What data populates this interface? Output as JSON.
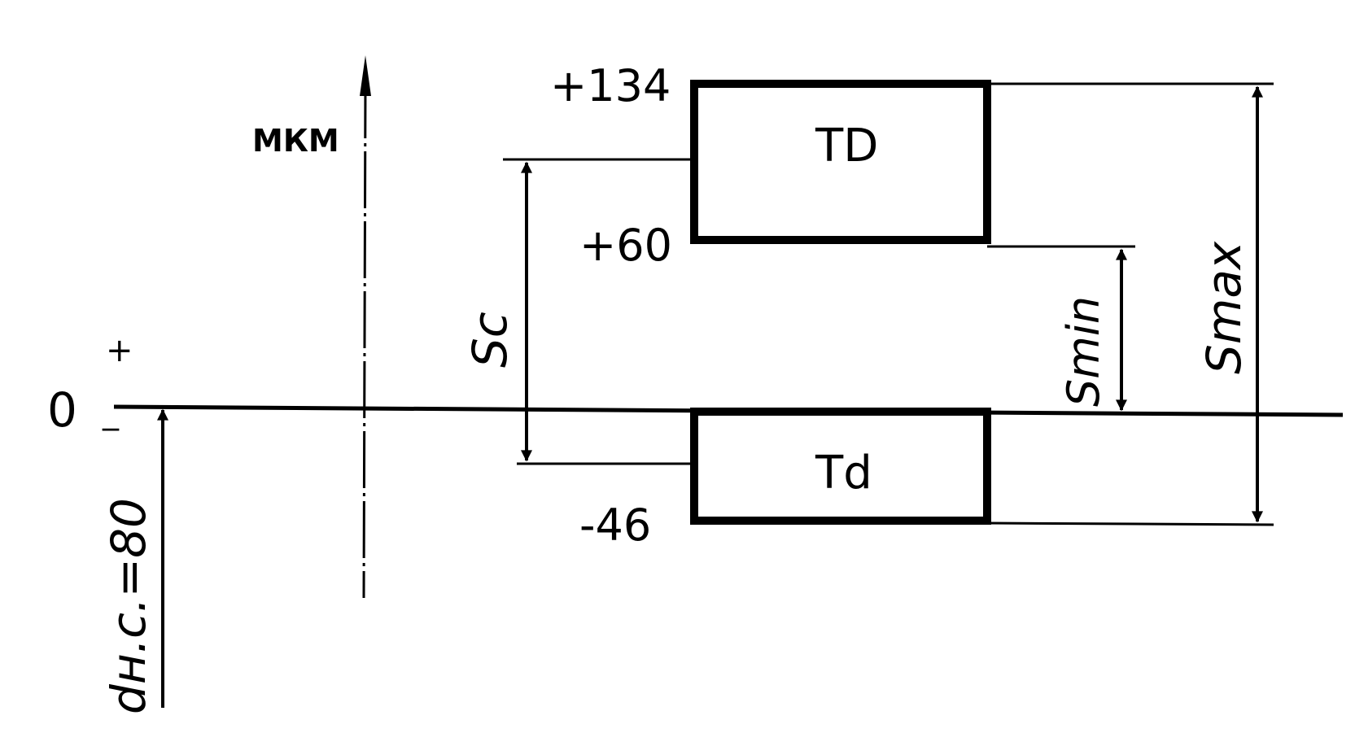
{
  "diagram": {
    "unit_label": "МКМ",
    "zero_label": "0",
    "plus_sign": "+",
    "minus_sign": "_",
    "nominal_label": "dн.с.=80",
    "hole_field_label": "TD",
    "shaft_field_label": "Td",
    "hole_upper_deviation": "+134",
    "hole_lower_deviation": "+60",
    "shaft_lower_deviation": "-46",
    "mean_clearance_label": "Sc",
    "min_clearance_label": "Smin",
    "max_clearance_label": "Smax",
    "colors": {
      "ink": "#000000",
      "paper": "#ffffff"
    }
  }
}
